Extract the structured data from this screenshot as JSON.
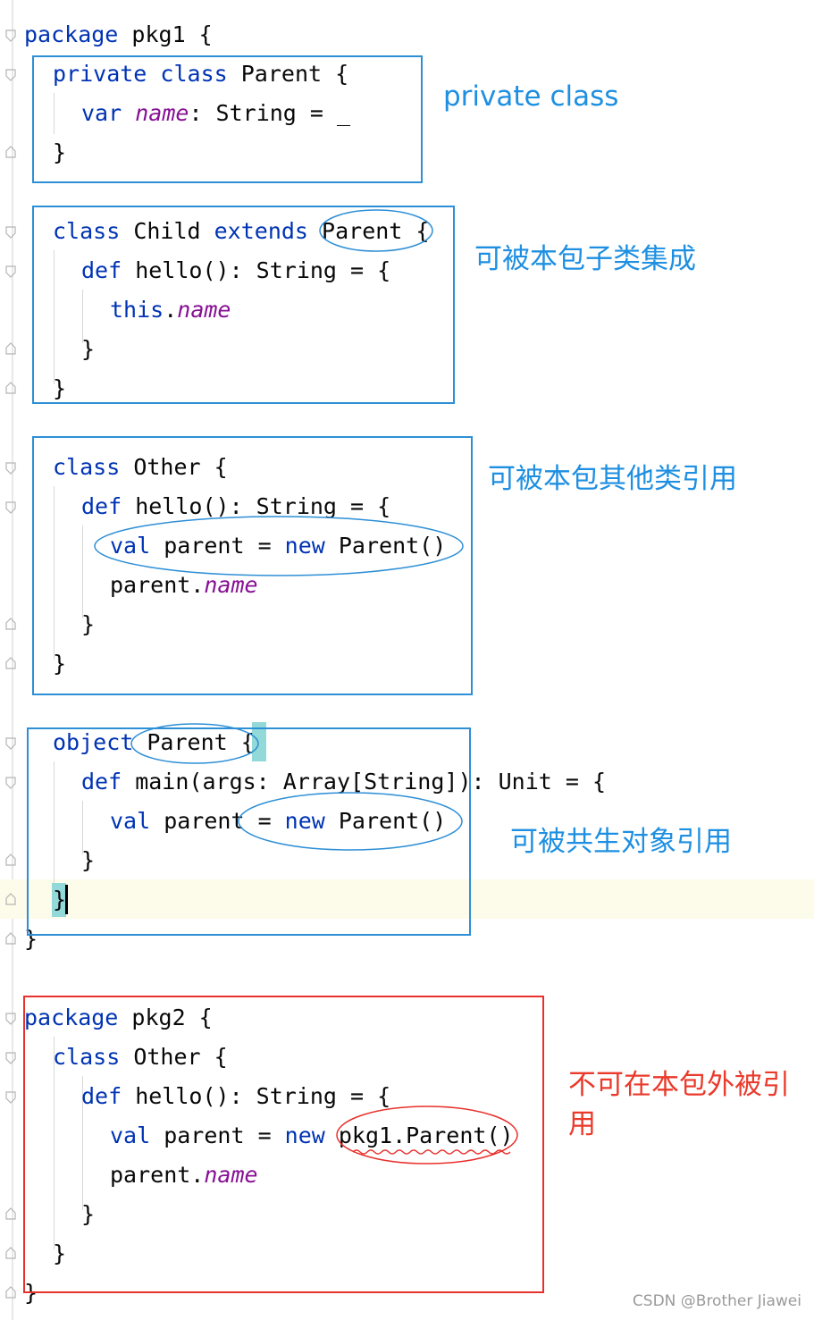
{
  "code": {
    "pkg1_open": [
      "package",
      " pkg1 {"
    ],
    "parent_decl": [
      "private",
      " ",
      "class",
      " Parent {"
    ],
    "parent_var": [
      "var",
      " ",
      "name",
      ": String = _"
    ],
    "close_brace": "}",
    "child_decl": [
      "class",
      " Child ",
      "extends",
      " Parent {"
    ],
    "def_hello": [
      "def",
      " hello(): String = {"
    ],
    "this_name": [
      "this",
      ".",
      "name"
    ],
    "other_decl": [
      "class",
      " Other {"
    ],
    "val_parent_new": [
      "val",
      " parent = ",
      "new",
      " Parent()"
    ],
    "parent_name": [
      "parent.",
      "name"
    ],
    "object_decl": [
      "object",
      " Parent ",
      "{"
    ],
    "def_main": [
      "def",
      " main(args: Array[String]): Unit = {"
    ],
    "pkg2_open": [
      "package",
      " pkg2 {"
    ],
    "val_pkg1_parent": [
      "val",
      " parent = ",
      "new",
      " pkg1.Parent()"
    ]
  },
  "annotations": {
    "private_class": "private class",
    "child_inherit": "可被本包子类集成",
    "other_ref": "可被本包其他类引用",
    "companion_ref": "可被共生对象引用",
    "outside_pkg_line1": "不可在本包外被引",
    "outside_pkg_line2": "用"
  },
  "watermark": "CSDN @Brother Jiawei",
  "colors": {
    "keyword": "#0033b3",
    "field": "#871094",
    "annotation_blue": "#1e8fe1",
    "annotation_red": "#ea3a2b",
    "box_blue": "#2d8fd6",
    "box_red": "#e8302c",
    "brace_highlight": "#93d9d9"
  }
}
